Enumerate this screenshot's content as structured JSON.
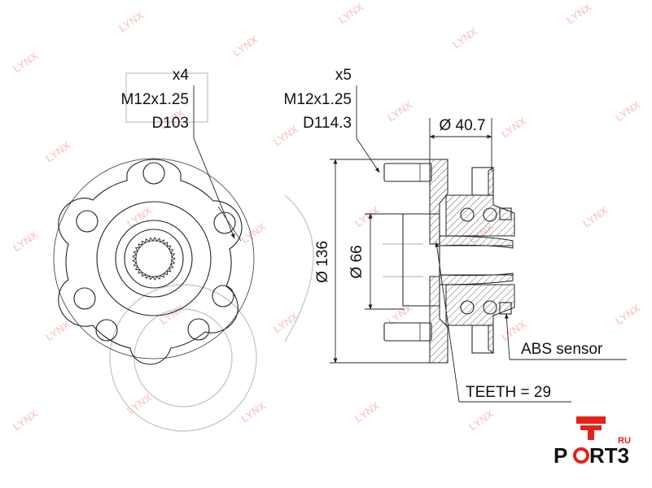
{
  "watermark": {
    "text": "LYNX",
    "small": "auto"
  },
  "callouts": {
    "left_bolts": {
      "count": "x4",
      "thread": "M12x1.25",
      "pcd": "D103"
    },
    "right_bolts": {
      "count": "x5",
      "thread": "M12x1.25",
      "pcd": "D114.3"
    }
  },
  "dimensions": {
    "hub_width": "Ø 40.7",
    "flange_diameter": "Ø 136",
    "pilot_diameter": "Ø 66"
  },
  "notes": {
    "abs": "ABS sensor",
    "teeth": "TEETH = 29"
  },
  "logo": {
    "main": "P RT3",
    "prefix": "P",
    "suffix": "RT3",
    "tld": "RU",
    "color": "#e2231a"
  }
}
